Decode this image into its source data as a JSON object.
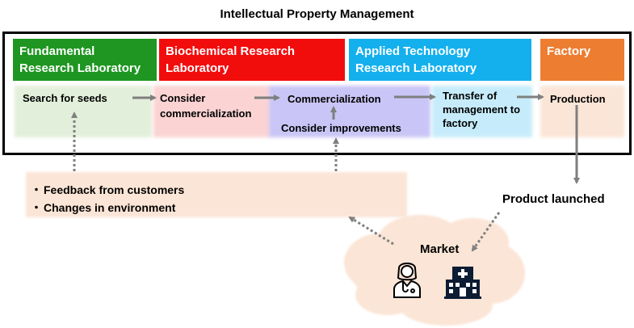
{
  "title": "Intellectual Property Management",
  "departments": {
    "fundamental": {
      "line1": "Fundamental",
      "line2": "Research Laboratory",
      "color": "#1e9621"
    },
    "biochemical": {
      "line1": "Biochemical Research",
      "line2": "Laboratory",
      "color": "#f20d0d"
    },
    "applied": {
      "line1": "Applied Technology",
      "line2": "Research Laboratory",
      "color": "#14b0ee"
    },
    "factory": {
      "line1": "Factory",
      "color": "#ed7d31"
    }
  },
  "stages": {
    "search": "Search for seeds",
    "consider_commercialization": {
      "line1": "Consider",
      "line2": "commercialization"
    },
    "commercialization": "Commercialization",
    "consider_improvements": "Consider  improvements",
    "transfer": {
      "line1": "Transfer of",
      "line2": "management to",
      "line3": "factory"
    },
    "production": "Production"
  },
  "feedback": {
    "items": [
      "Feedback from customers",
      "Changes in environment"
    ]
  },
  "product_launched": "Product launched",
  "market": {
    "label": "Market",
    "icons": [
      "doctor-icon",
      "hospital-icon"
    ]
  }
}
